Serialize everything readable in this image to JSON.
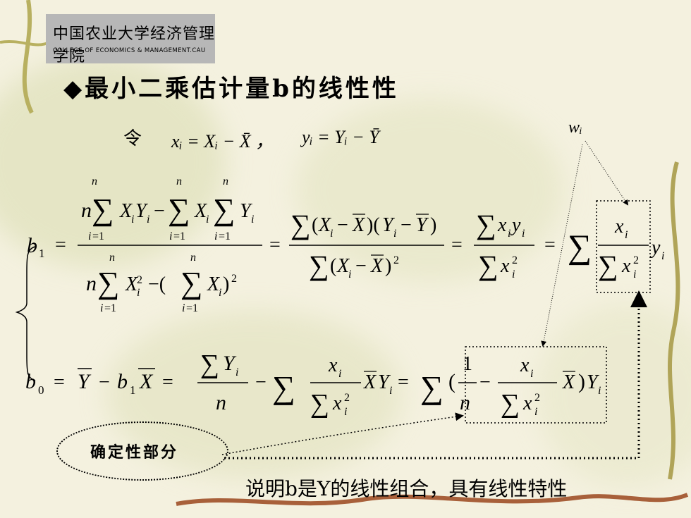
{
  "logo": {
    "cn_text": "中国农业大学经济管理学院",
    "en_text": "COLLEGE OF ECONOMICS & MANAGEMENT.CAU"
  },
  "title": "◆最小二乘估计量b的线性性",
  "intro": {
    "ling": "令",
    "def_x": "xᵢ = Xᵢ − X̄ ，",
    "def_y": "yᵢ = Yᵢ − Ȳ"
  },
  "weight_label": "wᵢ",
  "bubble_label": "确定性部分",
  "conclusion": "说明b是Y的线性组合，具有线性特性"
}
